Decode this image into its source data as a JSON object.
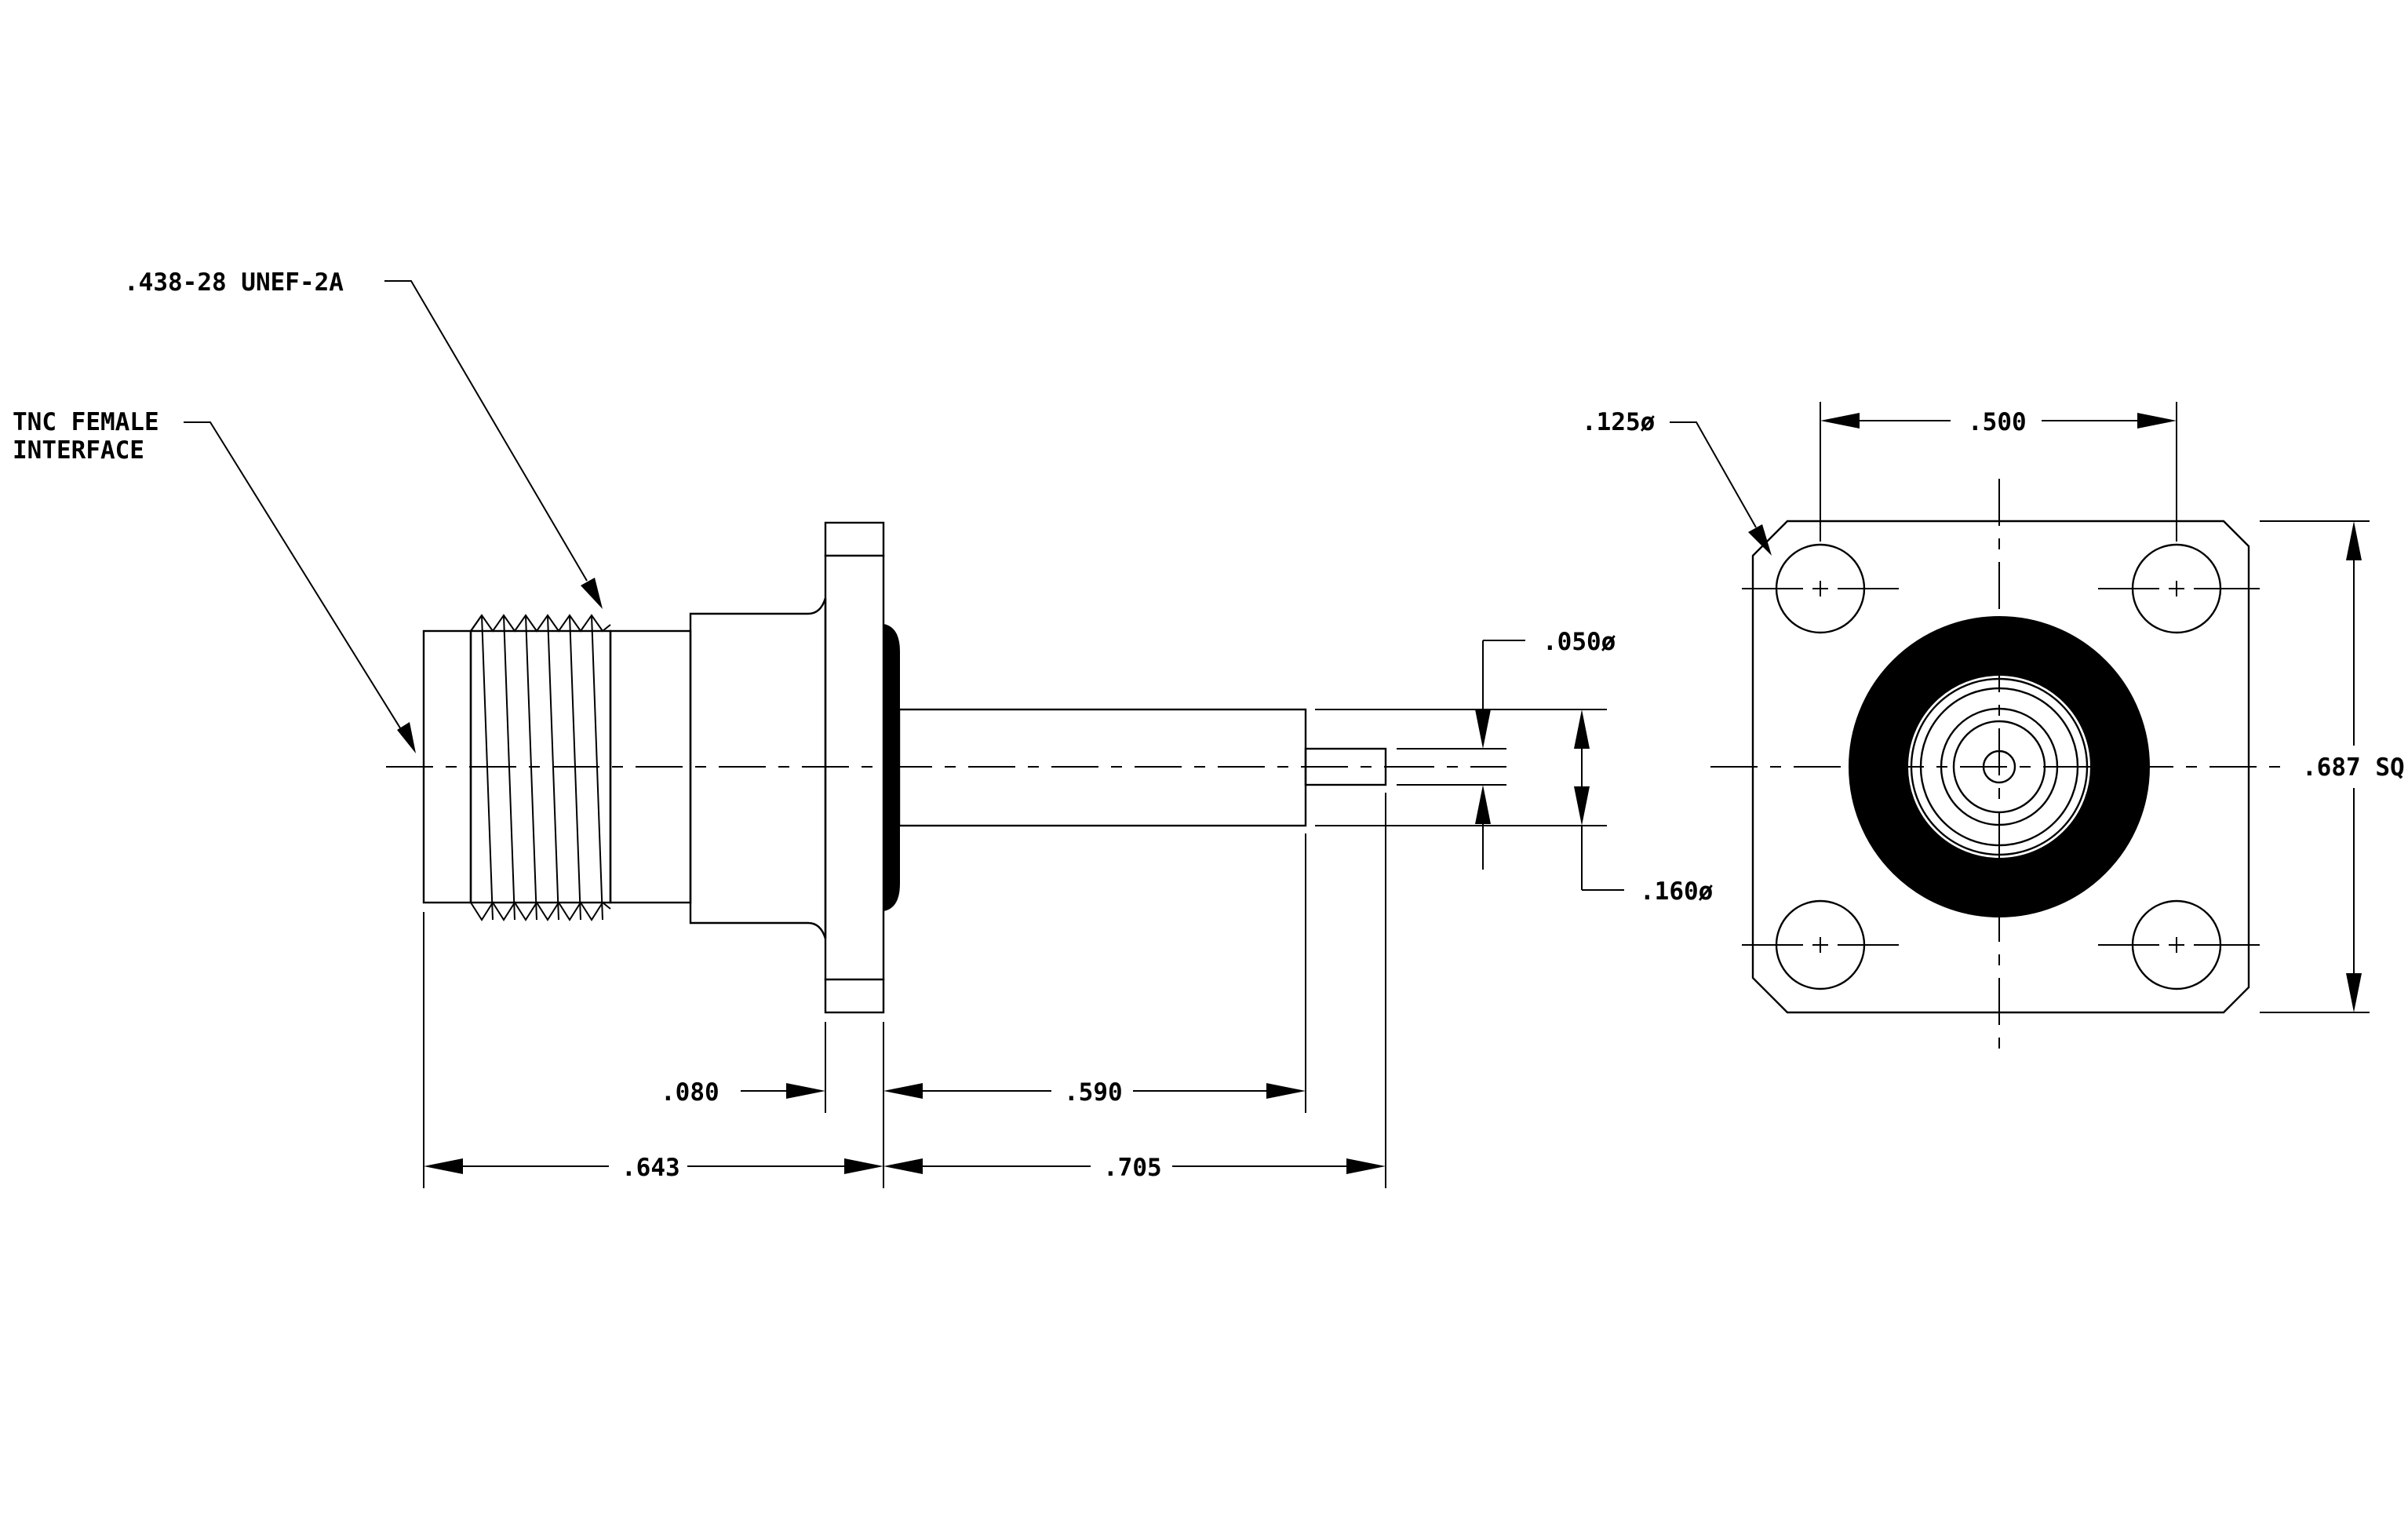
{
  "labels": {
    "interface_line1": "TNC FEMALE",
    "interface_line2": "INTERFACE",
    "thread_spec": ".438-28 UNEF-2A",
    "mount_hole_dia": ".125ø",
    "hole_spacing": ".500",
    "flange_square": ".687 SQ",
    "pin_dia": ".050ø",
    "dielectric_dia": ".160ø",
    "flange_thickness": ".080",
    "pin_length": ".590",
    "body_length": ".643",
    "rear_length": ".705"
  },
  "colors": {
    "line": "#000000",
    "background": "#ffffff"
  }
}
